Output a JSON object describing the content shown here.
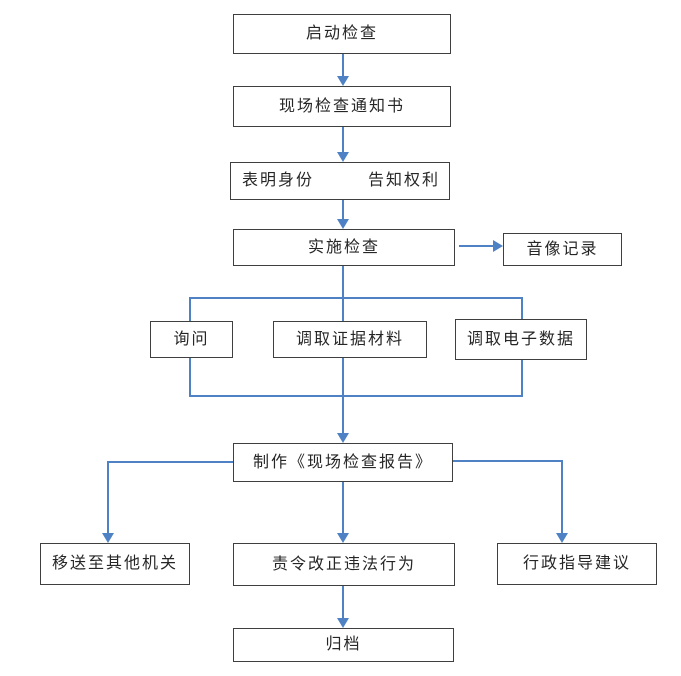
{
  "diagram": {
    "type": "flowchart",
    "nodes": {
      "start": {
        "label": "启动检查"
      },
      "notice": {
        "label": "现场检查通知书"
      },
      "identity": {
        "label": "表明身份"
      },
      "rights": {
        "label": "告知权利"
      },
      "implement": {
        "label": "实施检查"
      },
      "recording": {
        "label": "音像记录"
      },
      "inquiry": {
        "label": "询问"
      },
      "evidence": {
        "label": "调取证据材料"
      },
      "edata": {
        "label": "调取电子数据"
      },
      "report": {
        "label": "制作《现场检查报告》"
      },
      "transfer": {
        "label": "移送至其他机关"
      },
      "order": {
        "label": "责令改正违法行为"
      },
      "guidance": {
        "label": "行政指导建议"
      },
      "archive": {
        "label": "归档"
      }
    },
    "edges": [
      "start -> notice",
      "notice -> identity/rights",
      "identity/rights -> implement",
      "implement -> recording",
      "implement -> inquiry",
      "implement -> evidence",
      "implement -> edata",
      "inquiry -> report",
      "evidence -> report",
      "edata -> report",
      "report -> transfer",
      "report -> order",
      "report -> guidance",
      "order -> archive"
    ]
  },
  "colors": {
    "line": "#4E82C4",
    "border": "#3F3F3F",
    "fill": "#FFFFFF",
    "text": "#262626",
    "bg": "#FFFFFF"
  }
}
